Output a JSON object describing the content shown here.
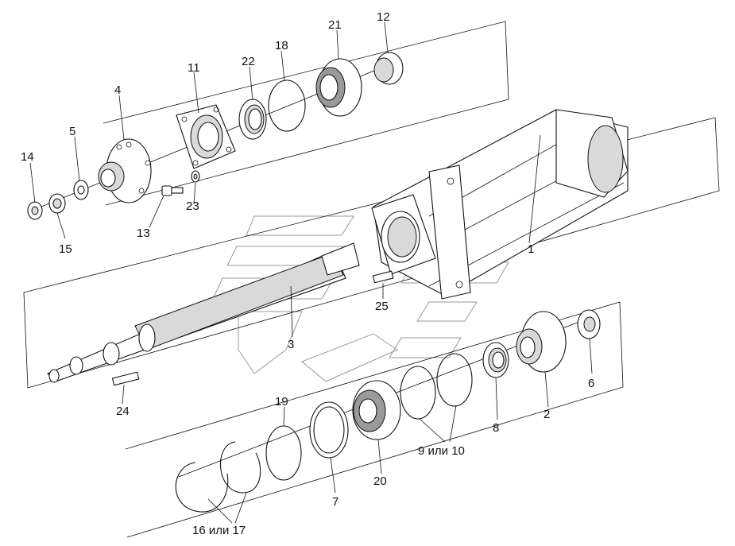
{
  "labels": {
    "p1": "1",
    "p2": "2",
    "p3": "3",
    "p4": "4",
    "p5": "5",
    "p6": "6",
    "p7": "7",
    "p8": "8",
    "p9_10": "9 или 10",
    "p11": "11",
    "p12": "12",
    "p13": "13",
    "p14": "14",
    "p15": "15",
    "p16_17": "16 или 17",
    "p18": "18",
    "p19": "19",
    "p20": "20",
    "p21": "21",
    "p22": "22",
    "p23": "23",
    "p24": "24",
    "p25": "25"
  }
}
